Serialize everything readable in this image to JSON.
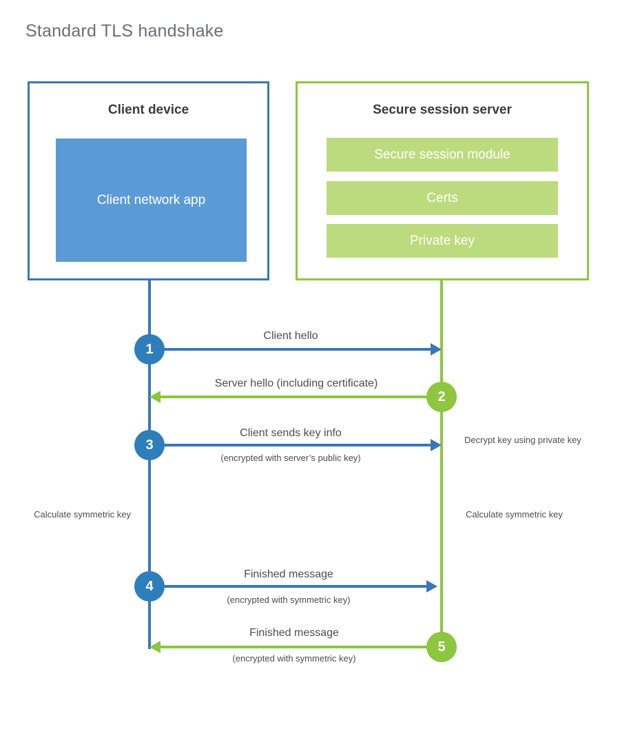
{
  "page": {
    "title": "Standard TLS handshake",
    "background": "#ffffff"
  },
  "colors": {
    "client_blue": "#3a77b8",
    "client_blue_fill": "#5b9bd5",
    "client_circle": "#2e7ebb",
    "server_green": "#8dc63f",
    "server_green_fill": "#bcdb7e",
    "title_gray": "#6d6e71",
    "text_gray": "#4d4d4f",
    "heading_gray": "#3b3b3d"
  },
  "client": {
    "title": "Client device",
    "app_label": "Client network app"
  },
  "server": {
    "title": "Secure session server",
    "bars": [
      {
        "label": "Secure session module"
      },
      {
        "label": "Certs"
      },
      {
        "label": "Private key"
      }
    ]
  },
  "steps": [
    {
      "number": "1",
      "label": "Client hello",
      "sublabel": "",
      "direction": "client-to-server",
      "color": "blue"
    },
    {
      "number": "2",
      "label": "Server hello (including certificate)",
      "sublabel": "",
      "direction": "server-to-client",
      "color": "green"
    },
    {
      "number": "3",
      "label": "Client sends key info",
      "sublabel": "(encrypted with server’s public key)",
      "direction": "client-to-server",
      "color": "blue"
    },
    {
      "number": "4",
      "label": "Finished message",
      "sublabel": "(encrypted with symmetric key)",
      "direction": "client-to-server",
      "color": "blue"
    },
    {
      "number": "5",
      "label": "Finished message",
      "sublabel": "(encrypted with symmetric key)",
      "direction": "server-to-client",
      "color": "green"
    }
  ],
  "notes": {
    "server_decrypt": "Decrypt key using private key",
    "client_calculate": "Calculate symmetric key",
    "server_calculate": "Calculate symmetric key"
  }
}
